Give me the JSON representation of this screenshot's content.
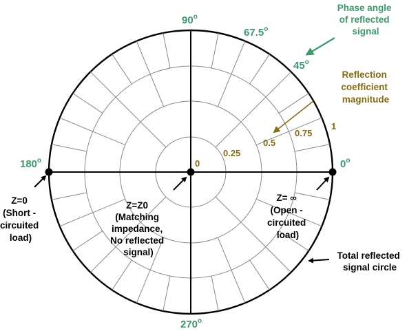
{
  "angles": {
    "a0": {
      "num": "0",
      "deg": "o"
    },
    "a45": {
      "num": "45",
      "deg": "o"
    },
    "a675": {
      "num": "67.5",
      "deg": "o"
    },
    "a90": {
      "num": "90",
      "deg": "o"
    },
    "a180": {
      "num": "180",
      "deg": "o"
    },
    "a270": {
      "num": "270",
      "deg": "o"
    }
  },
  "magnitudes": {
    "m0": "0",
    "m025": "0.25",
    "m05": "0.5",
    "m075": "0.75",
    "m1": "1"
  },
  "phase_label": [
    "Phase angle",
    "of reflected",
    "signal"
  ],
  "reflection_label": [
    "Reflection",
    "coefficient",
    "magnitude"
  ],
  "short_label": [
    "Z=0",
    "(Short -",
    "circuited",
    "load)"
  ],
  "match_label": [
    "Z=Z0",
    "(Matching",
    "impedance,",
    "No reflected",
    "signal)"
  ],
  "open_label": [
    "Z= ∞",
    "(Open -",
    "circuited",
    "load)"
  ],
  "total_label": [
    "Total reflected",
    "signal circle"
  ],
  "colors": {
    "angle": "#3a9a6a",
    "magnitude": "#8a6a10",
    "line": "#000000",
    "grid": "#888888"
  }
}
